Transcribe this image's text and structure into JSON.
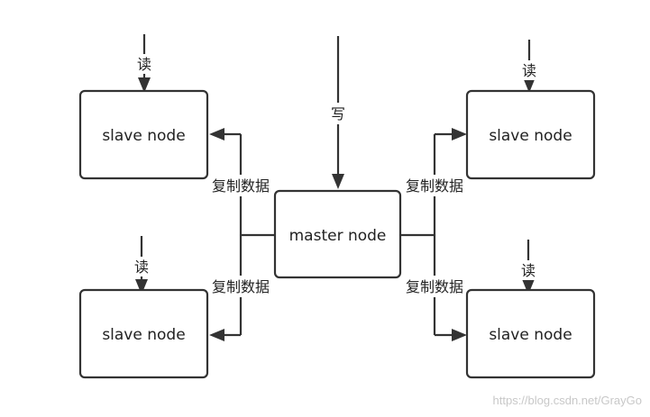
{
  "nodes": {
    "master": "master node",
    "slave_top_left": "slave node",
    "slave_bottom_left": "slave node",
    "slave_top_right": "slave node",
    "slave_bottom_right": "slave node"
  },
  "labels": {
    "write": "写",
    "read_top_left": "读",
    "read_bottom_left": "读",
    "read_top_right": "读",
    "read_bottom_right": "读",
    "replicate_top_left": "复制数据",
    "replicate_bottom_left": "复制数据",
    "replicate_top_right": "复制数据",
    "replicate_bottom_right": "复制数据"
  },
  "watermark": "https://blog.csdn.net/GrayGo",
  "colors": {
    "stroke": "#333333",
    "text": "#222222",
    "watermark": "#c8c8c8"
  }
}
